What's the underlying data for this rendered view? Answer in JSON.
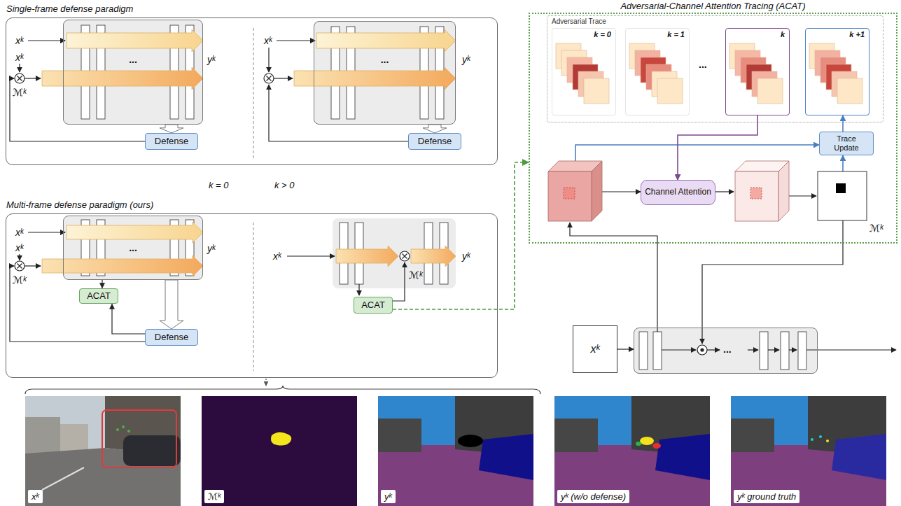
{
  "diagram": {
    "nodes": [
      {
        "text": [
          "Single-frame defense paradigm"
        ]
      },
      {
        "text": [
          "..."
        ],
        "in": 0
      },
      {
        "text": [
          "Defense"
        ],
        "in": 0
      },
      {
        "text": [
          "..."
        ],
        "in": 0
      },
      {
        "text": [
          "Defense"
        ],
        "in": 0
      },
      {
        "text": [
          "Adversarial-Channel Attention Tracing (ACAT)"
        ]
      },
      {
        "text": [
          "Adversarial Trace"
        ],
        "in": 5
      },
      {
        "text": [
          "k = 0"
        ],
        "in": 6
      },
      {
        "text": [
          "k = 1"
        ],
        "in": 6
      },
      {
        "text": [
          "k"
        ],
        "in": 6
      },
      {
        "text": [
          "k +1"
        ],
        "in": 6
      },
      {
        "text": [
          "Channel Attention"
        ],
        "in": 5
      },
      {
        "text": [
          "Trace Update"
        ],
        "in": 5
      },
      {
        "text": [
          "Multi-frame defense paradigm (ours)"
        ]
      },
      {
        "text": [
          "..."
        ],
        "in": 13
      },
      {
        "text": [
          "ACAT"
        ],
        "in": 13
      },
      {
        "text": [
          "Defense"
        ],
        "in": 13
      },
      {
        "text": [
          "ACAT"
        ],
        "in": 13
      },
      {
        "text": [
          "xᵏ"
        ]
      },
      {
        "text": [
          "..."
        ]
      }
    ],
    "edges": [
      {
        "from": 1,
        "to": 2,
        "arrow": "to"
      },
      {
        "from": 3,
        "to": 4,
        "arrow": "to"
      },
      {
        "from": 14,
        "to": 15,
        "arrow": "to"
      },
      {
        "from": 14,
        "to": 16,
        "arrow": "to"
      },
      {
        "from": 16,
        "to": 15,
        "arrow": "to"
      },
      {
        "from": 17,
        "to": 5,
        "arrow": "to"
      },
      {
        "from": 9,
        "to": 11,
        "arrow": "to"
      },
      {
        "from": 12,
        "to": 10,
        "arrow": "to"
      },
      {
        "from": 18,
        "to": 19,
        "arrow": "to"
      }
    ],
    "labels": [
      "xᵏ",
      "xᵏ",
      "ℳᵏ",
      "yᵏ",
      "xᵏ",
      "yᵏ",
      "k = 0",
      "k > 0",
      "xᵏ",
      "xᵏ",
      "ℳᵏ",
      "yᵏ",
      "xᵏ",
      "ℳᵏ",
      "yᵏ",
      "...",
      "ℳᵏ",
      "xᵏ",
      "ℳᵏ",
      "yᵏ",
      "yᵏ (w/o defense)",
      "yᵏ ground truth"
    ]
  }
}
